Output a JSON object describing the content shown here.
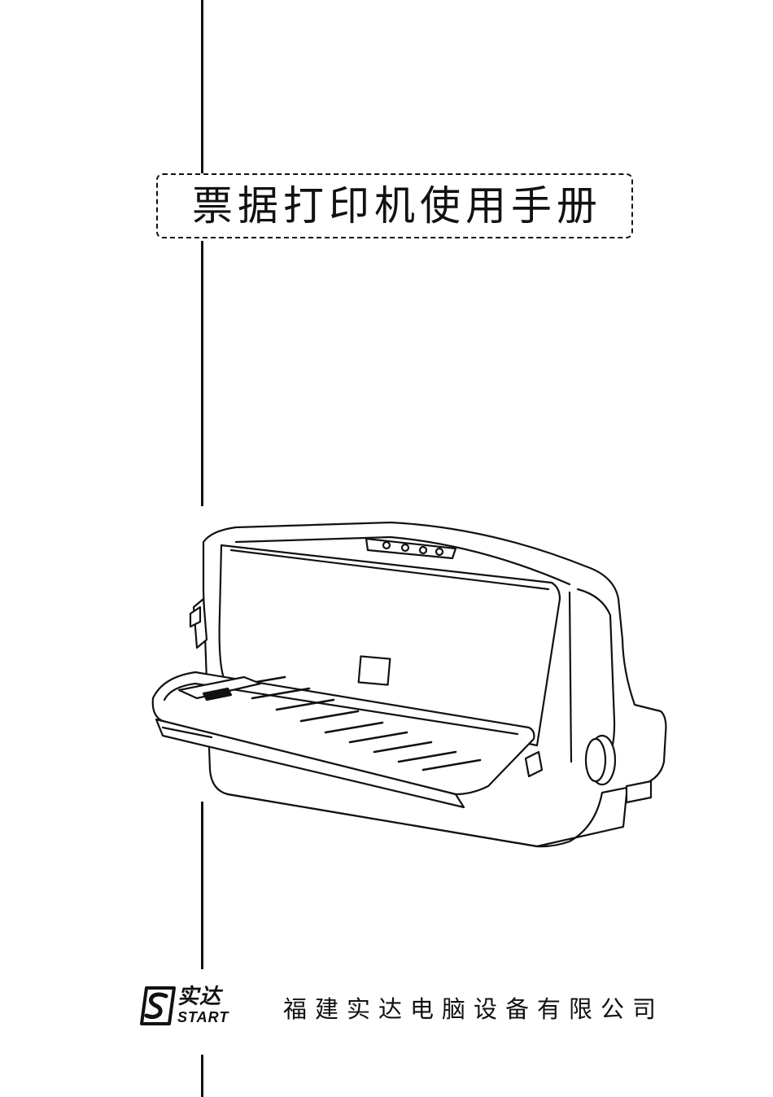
{
  "cover": {
    "title": "票据打印机使用手册"
  },
  "illustration": {
    "subject": "printer-illustration"
  },
  "footer": {
    "logo_cn": "实达",
    "logo_en": "START",
    "company_name": "福建实达电脑设备有限公司"
  },
  "colors": {
    "ink": "#111111",
    "paper": "#ffffff"
  }
}
